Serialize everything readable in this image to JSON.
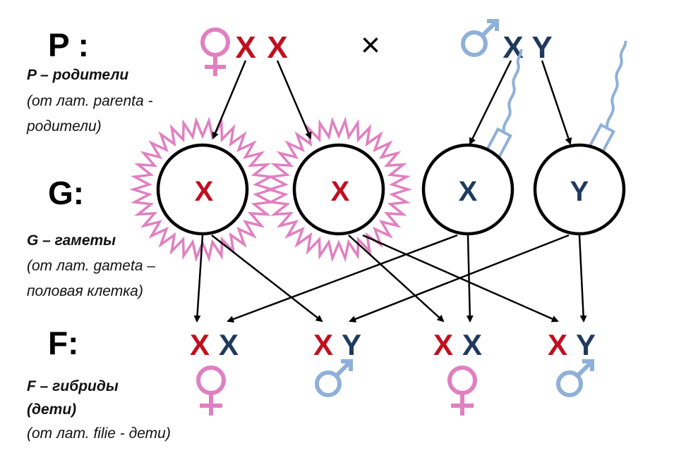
{
  "rows": {
    "p_label": "P :",
    "g_label": "G:",
    "f_label": "F:"
  },
  "captions": {
    "p_line1": "P – родители",
    "p_line2": "(от лат. parenta -",
    "p_line3": "родители)",
    "g_line1": "G – гаметы",
    "g_line2": "(от лат. gameta –",
    "g_line3": "половая клетка)",
    "f_line1": "F – гибриды",
    "f_line2": "(дети)",
    "f_line3": "(от лат. filie - дети)"
  },
  "parents": {
    "mother": [
      "X",
      "X"
    ],
    "father": [
      "X",
      "Y"
    ],
    "cross": "×"
  },
  "gametes": [
    "X",
    "X",
    "X",
    "Y"
  ],
  "offspring": [
    {
      "genotype": [
        "X",
        "X"
      ],
      "sex": "female"
    },
    {
      "genotype": [
        "X",
        "Y"
      ],
      "sex": "male"
    },
    {
      "genotype": [
        "X",
        "X"
      ],
      "sex": "female"
    },
    {
      "genotype": [
        "X",
        "Y"
      ],
      "sex": "male"
    }
  ],
  "colors": {
    "maternal": "#c0101f",
    "paternal": "#1f3a5f",
    "female_symbol": "#e080c0",
    "male_symbol": "#8fb0d8",
    "egg_rays": "#e080c0",
    "sperm": "#8fb0d8"
  },
  "icons": {
    "female": "venus-icon",
    "male": "mars-icon",
    "cross": "cross-icon"
  }
}
